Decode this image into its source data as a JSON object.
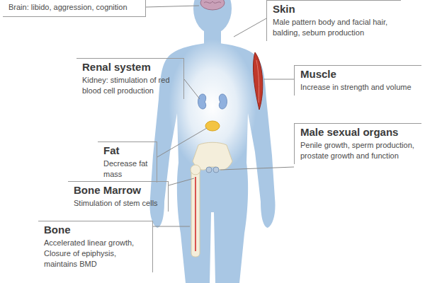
{
  "diagram": {
    "nodes": [
      {
        "text": [
          "Brain: libido, aggression, cognition"
        ]
      },
      {
        "text": [
          "Skin",
          "Male pattern body and facial hair, balding, sebum production"
        ]
      },
      {
        "text": [
          "Renal system",
          "Kidney: stimulation of red blood cell production"
        ]
      },
      {
        "text": [
          "Muscle",
          "Increase in strength and volume"
        ]
      },
      {
        "text": [
          "Fat",
          "Decrease fat mass"
        ]
      },
      {
        "text": [
          "Male sexual organs",
          "Penile growth, sperm production, prostate growth and function"
        ]
      },
      {
        "text": [
          "Bone Marrow",
          "Stimulation of stem cells"
        ]
      },
      {
        "text": [
          "Bone",
          "Accelerated linear growth, Closure of epiphysis, maintains BMD"
        ]
      }
    ]
  }
}
